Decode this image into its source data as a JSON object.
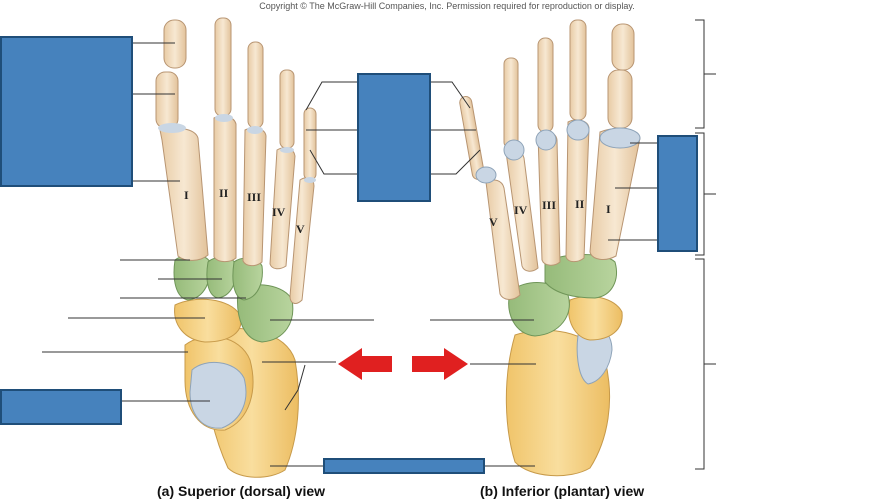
{
  "copyright": "Copyright © The McGraw-Hill Companies, Inc. Permission required for reproduction or display.",
  "captions": {
    "superior_letter": "(a)",
    "superior_text": "Superior (dorsal) view",
    "inferior_letter": "(b)",
    "inferior_text": "Inferior (plantar) view"
  },
  "digits_superior": [
    "I",
    "II",
    "III",
    "IV",
    "V"
  ],
  "digits_inferior": [
    "V",
    "IV",
    "III",
    "II",
    "I"
  ],
  "colors": {
    "label_box": "#4682bd",
    "arrow": "#e02020",
    "phalanx_bone": "#f2ddc0",
    "metatarsal_bone": "#f0d6b4",
    "distal_tarsals": "#a9c98f",
    "proximal_tarsals": "#f5d48a",
    "articular_cartilage": "#c9d6e4"
  }
}
